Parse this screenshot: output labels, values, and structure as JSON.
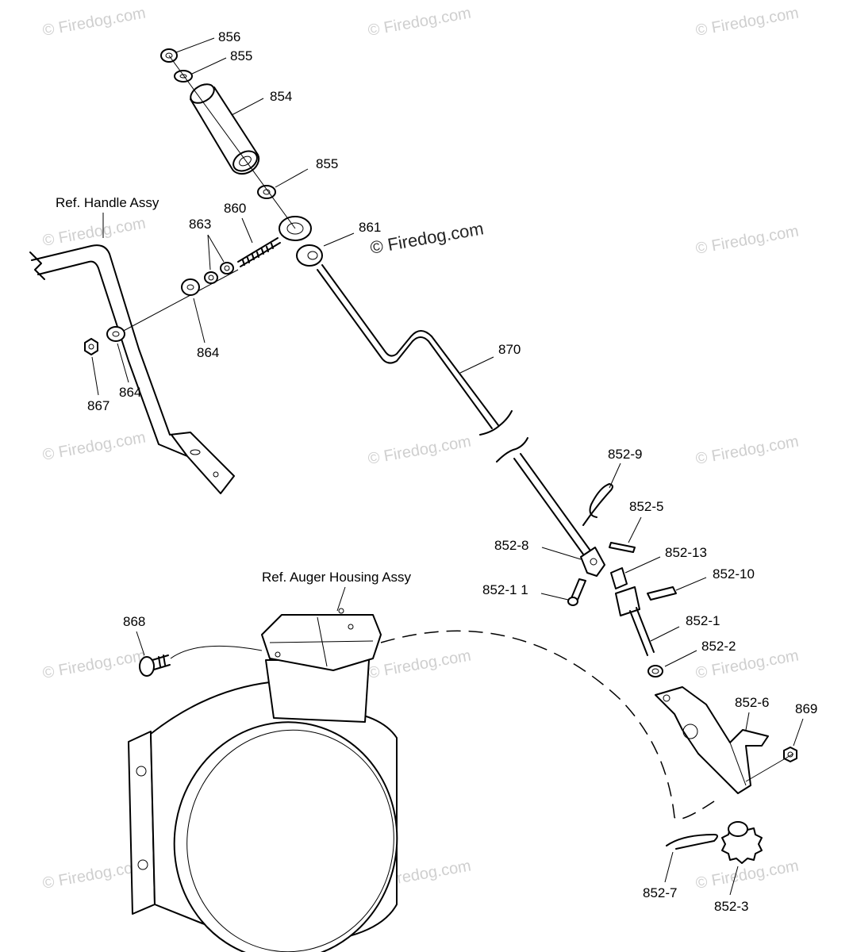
{
  "watermarks": {
    "text": "© Firedog.com",
    "featured": "© Firedog.com"
  },
  "references": {
    "handle": "Ref. Handle Assy",
    "auger_housing": "Ref. Auger Housing Assy"
  },
  "callouts": {
    "p856": "856",
    "p855a": "855",
    "p854": "854",
    "p855b": "855",
    "p860": "860",
    "p863": "863",
    "p861": "861",
    "p864a": "864",
    "p864b": "864",
    "p867": "867",
    "p870": "870",
    "p852_9": "852-9",
    "p852_5": "852-5",
    "p852_8": "852-8",
    "p852_13": "852-13",
    "p852_10": "852-10",
    "p852_11": "852-1 1",
    "p852_1": "852-1",
    "p852_2": "852-2",
    "p868": "868",
    "p852_6": "852-6",
    "p869": "869",
    "p852_7": "852-7",
    "p852_3": "852-3"
  }
}
